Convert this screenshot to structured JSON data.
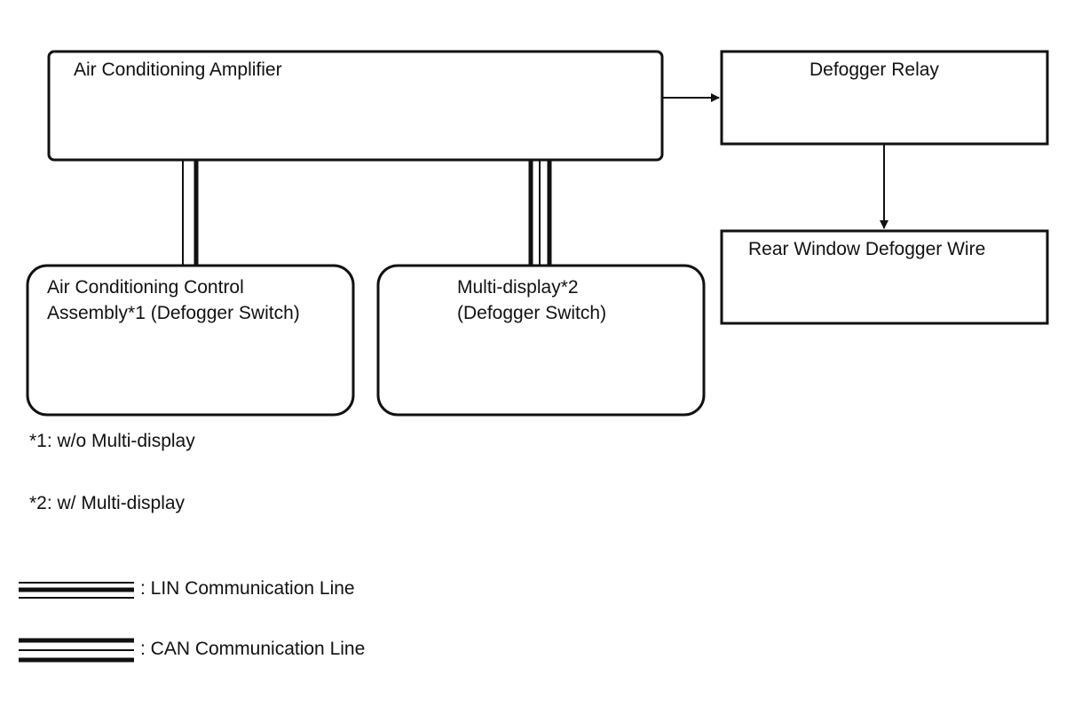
{
  "blocks": {
    "amplifier": {
      "label": "Air Conditioning Amplifier"
    },
    "relay": {
      "label": "Defogger Relay"
    },
    "wire": {
      "label": "Rear Window Defogger Wire"
    },
    "control_assembly": {
      "line1": "Air Conditioning Control",
      "line2": "Assembly*1 (Defogger Switch)"
    },
    "multi_display": {
      "line1": "Multi-display*2",
      "line2": "(Defogger Switch)"
    }
  },
  "connections": [
    {
      "from": "amplifier",
      "to": "relay",
      "kind": "arrow"
    },
    {
      "from": "relay",
      "to": "wire",
      "kind": "arrow"
    },
    {
      "from": "amplifier",
      "to": "control_assembly",
      "kind": "LIN"
    },
    {
      "from": "amplifier",
      "to": "multi_display",
      "kind": "CAN"
    }
  ],
  "notes": {
    "note1": "*1: w/o Multi-display",
    "note2": "*2: w/ Multi-display"
  },
  "legend": {
    "lin": ": LIN Communication Line",
    "can": ": CAN Communication Line"
  },
  "colors": {
    "line": "#111111",
    "background": "#ffffff"
  }
}
